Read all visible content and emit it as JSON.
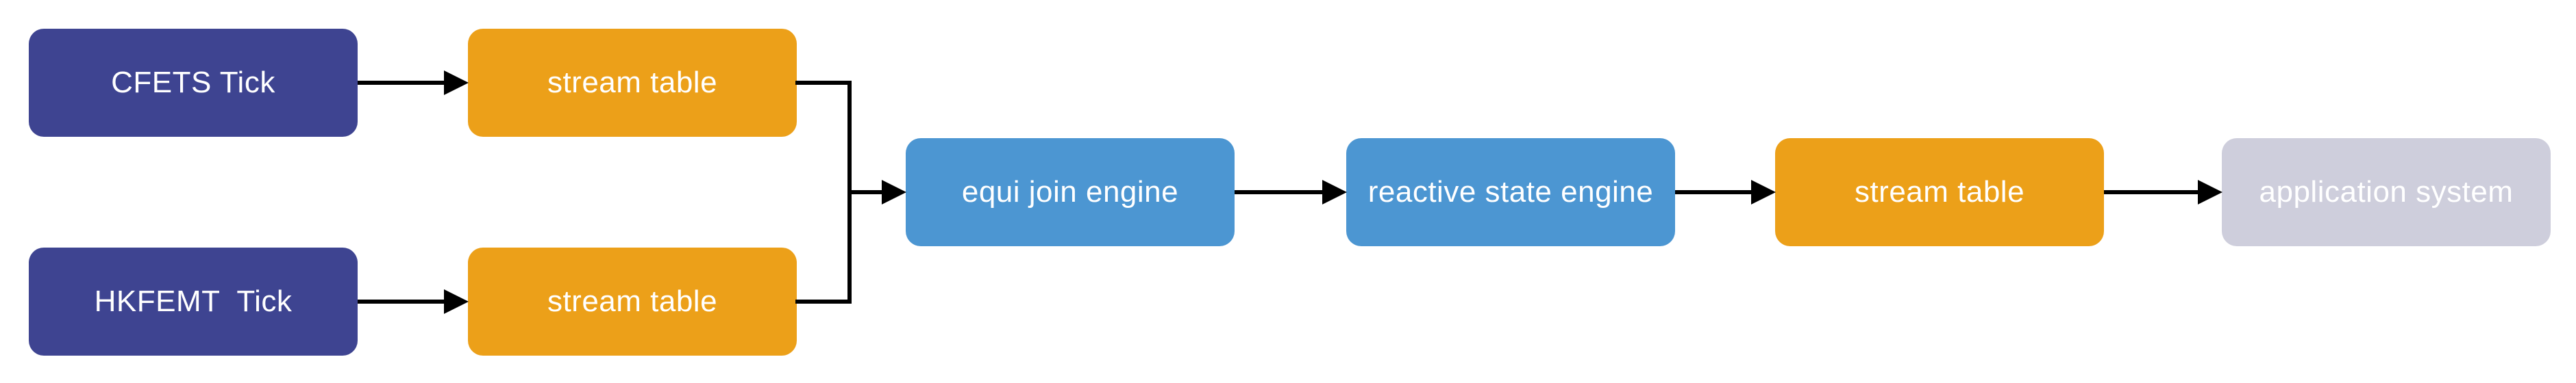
{
  "diagram": {
    "background_color": "#ffffff",
    "connector_color": "#000000",
    "nodes": {
      "cfets_tick": {
        "label": "CFETS Tick",
        "fill": "#3e4491",
        "text_color": "#ffffff"
      },
      "stream_table_top": {
        "label": "stream table",
        "fill": "#eca019",
        "text_color": "#ffffff"
      },
      "hkfemt_tick": {
        "label": "HKFEMT  Tick",
        "fill": "#3e4491",
        "text_color": "#ffffff"
      },
      "stream_table_bottom": {
        "label": "stream table",
        "fill": "#eca019",
        "text_color": "#ffffff"
      },
      "equi_join_engine": {
        "label": "equi join engine",
        "fill": "#4c96d2",
        "text_color": "#ffffff"
      },
      "reactive_state_engine": {
        "label": "reactive state engine",
        "fill": "#4c96d2",
        "text_color": "#ffffff"
      },
      "stream_table_output": {
        "label": "stream table",
        "fill": "#eca019",
        "text_color": "#ffffff"
      },
      "application_system": {
        "label": "application system",
        "fill": "#cecedc",
        "text_color": "#ffffff"
      }
    }
  }
}
